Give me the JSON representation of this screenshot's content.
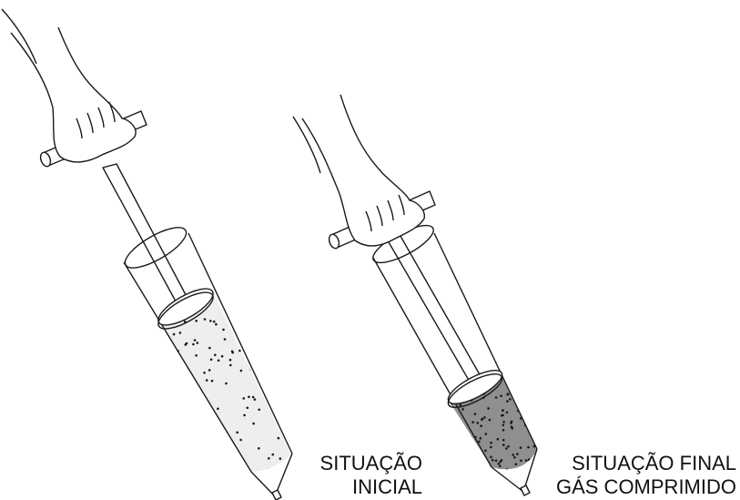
{
  "captions": {
    "initial": [
      "SITUAÇÃO",
      "INICIAL"
    ],
    "final": [
      "SITUAÇÃO FINAL",
      "GÁS COMPRIMIDO"
    ]
  },
  "colors": {
    "ink": "#1a1a1a",
    "gas_initial": "#eeeeee",
    "gas_compressed": "#8f8f8f"
  },
  "dot_counts": {
    "initial": 130,
    "final": 150
  }
}
